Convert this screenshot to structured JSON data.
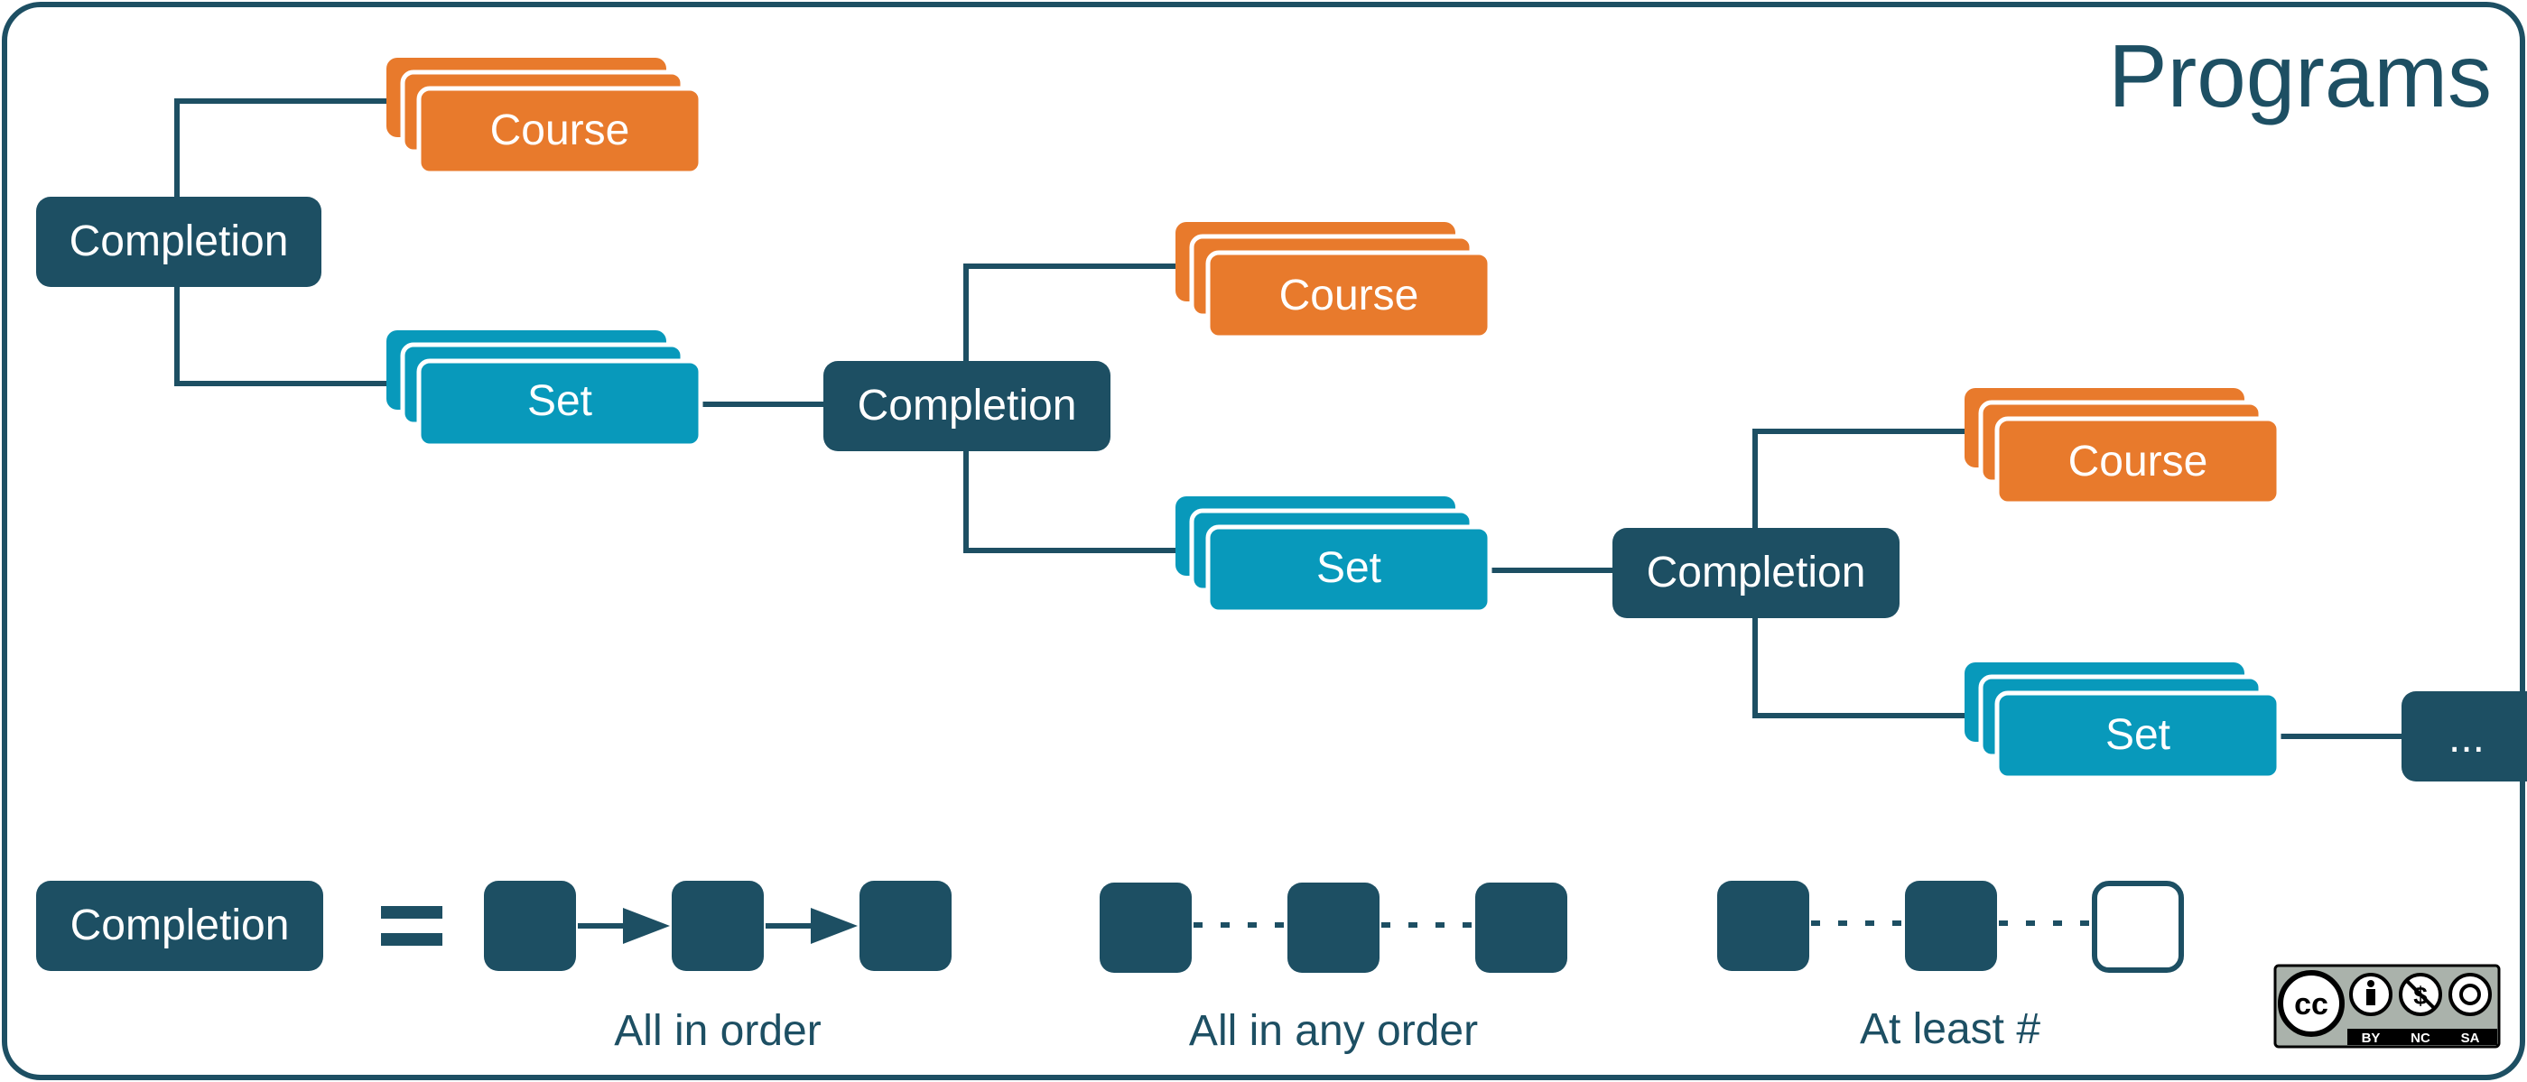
{
  "title": "Programs",
  "colors": {
    "dark": "#1d4f63",
    "orange": "#e87a2c",
    "blue": "#0899bb",
    "frame": "#1d4f63",
    "white": "#ffffff"
  },
  "tree": {
    "completion_label": "Completion",
    "course_label": "Course",
    "set_label": "Set",
    "continuation_label": "..."
  },
  "legend": {
    "completion_label": "Completion",
    "equals": "=",
    "groups": [
      {
        "caption": "All in order",
        "connector": "arrow",
        "last_box": "filled"
      },
      {
        "caption": "All in any order",
        "connector": "dots",
        "last_box": "filled"
      },
      {
        "caption": "At least #",
        "connector": "dots",
        "last_box": "outline"
      }
    ]
  },
  "license": {
    "cc": "cc",
    "parts": [
      "BY",
      "NC",
      "SA"
    ],
    "icons": [
      "attribution-icon",
      "noncommercial-icon",
      "sharealike-icon"
    ]
  }
}
